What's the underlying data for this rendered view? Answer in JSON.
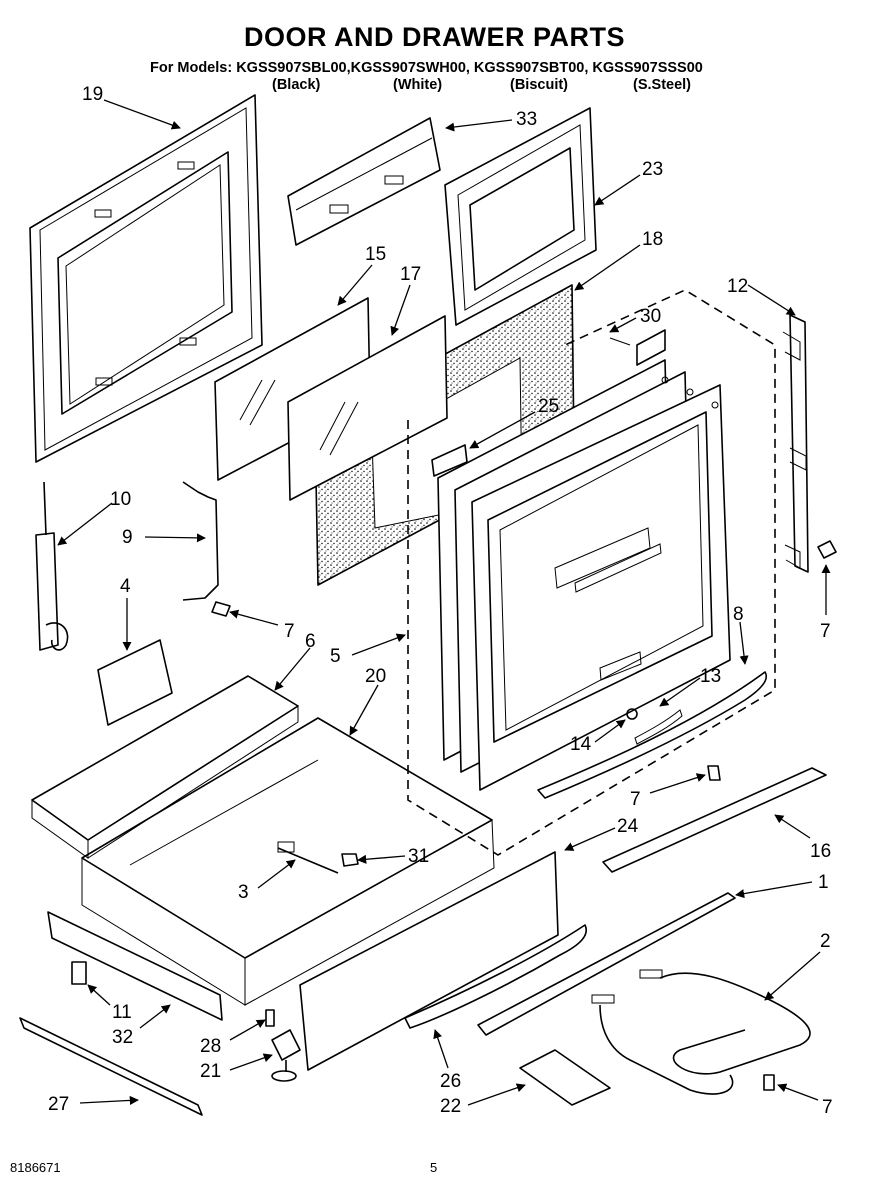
{
  "header": {
    "title": "DOOR AND DRAWER PARTS",
    "models_line": "For Models: KGSS907SBL00,KGSS907SWH00, KGSS907SBT00, KGSS907SSS00",
    "colors": [
      "(Black)",
      "(White)",
      "(Biscuit)",
      "(S.Steel)"
    ]
  },
  "callouts": {
    "c19": "19",
    "c33": "33",
    "c23": "23",
    "c18": "18",
    "c15": "15",
    "c17": "17",
    "c12": "12",
    "c30": "30",
    "c25": "25",
    "c10": "10",
    "c9": "9",
    "c4": "4",
    "c7a": "7",
    "c6": "6",
    "c5": "5",
    "c20": "20",
    "c8": "8",
    "c7b": "7",
    "c13": "13",
    "c14": "14",
    "c7c": "7",
    "c24": "24",
    "c16": "16",
    "c31": "31",
    "c3": "3",
    "c1": "1",
    "c2": "2",
    "c11": "11",
    "c32": "32",
    "c28": "28",
    "c21": "21",
    "c26": "26",
    "c22": "22",
    "c27": "27",
    "c7d": "7"
  },
  "footer": {
    "doc_number": "8186671",
    "page_number": "5"
  }
}
